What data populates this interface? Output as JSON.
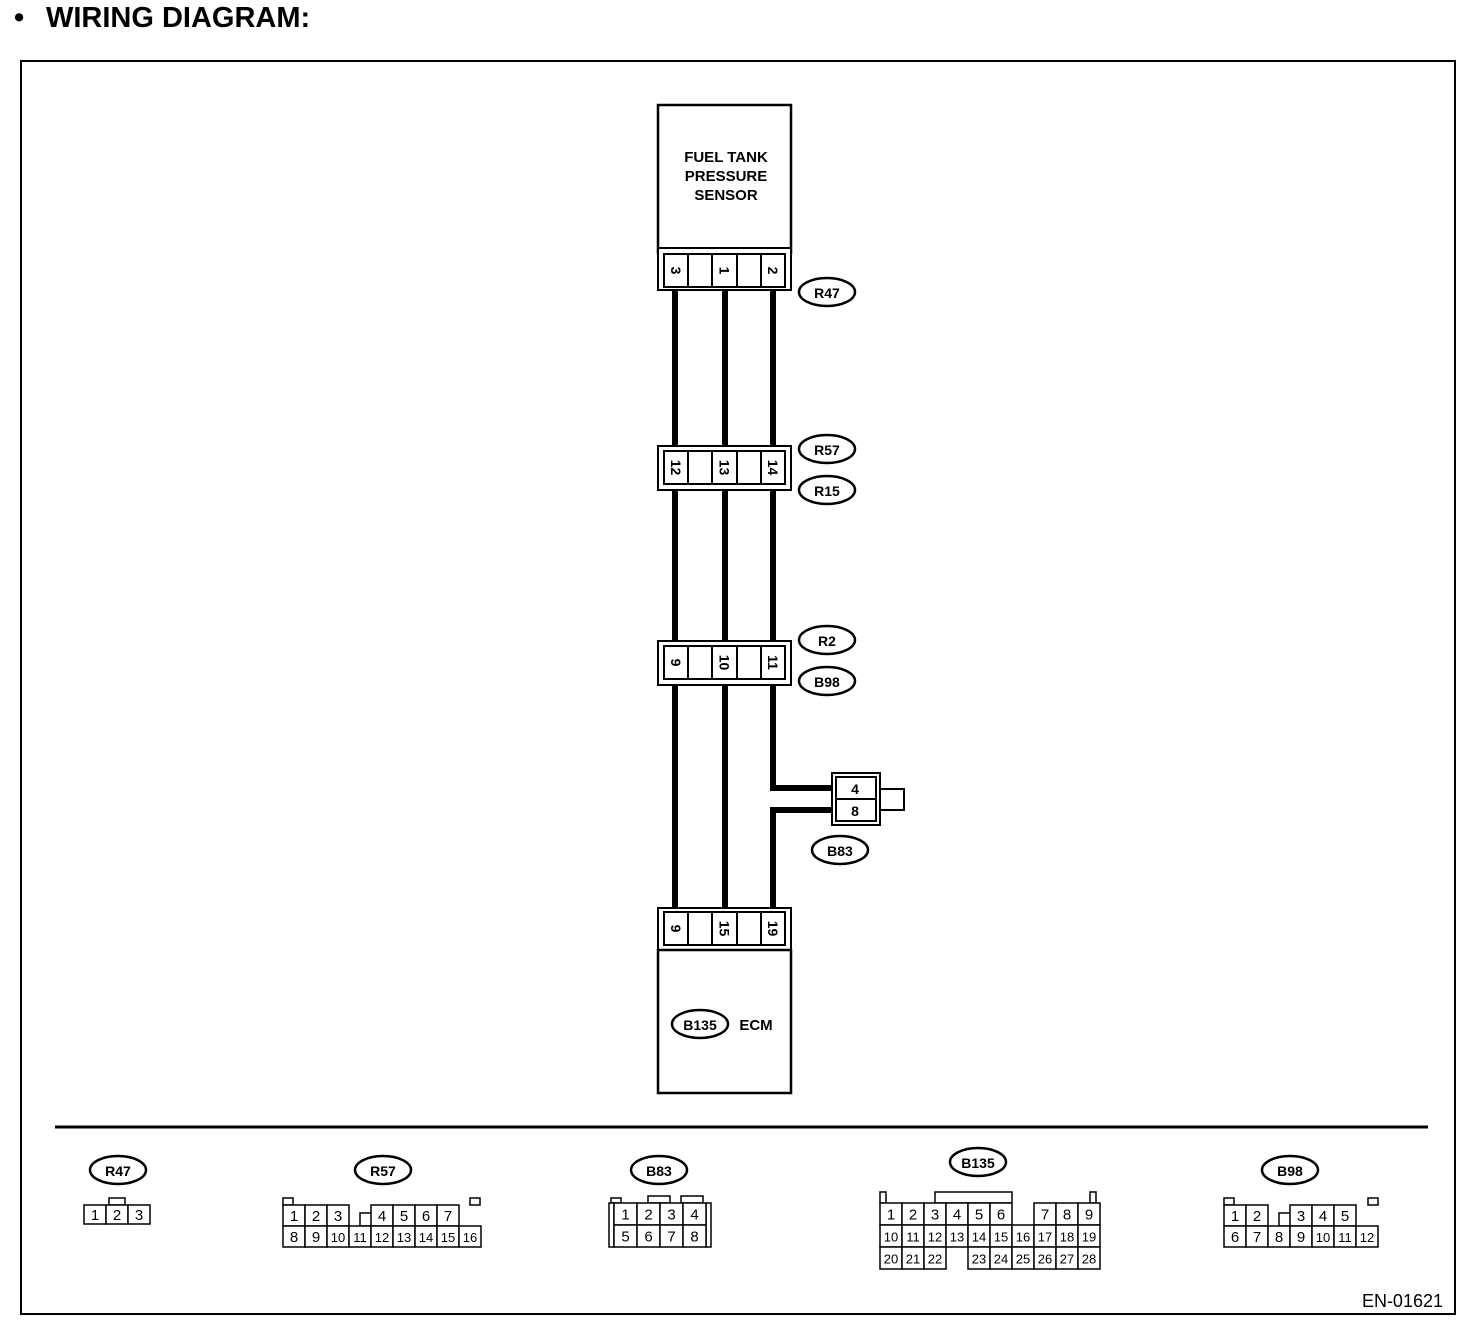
{
  "heading": {
    "bullet": "•",
    "title": "WIRING DIAGRAM:"
  },
  "sensor": {
    "lines": [
      "FUEL TANK",
      "PRESSURE",
      "SENSOR"
    ],
    "connector": "R47",
    "pins": [
      "3",
      "",
      "1",
      "",
      "2"
    ]
  },
  "joint_r57_r15": {
    "labels": [
      "R57",
      "R15"
    ],
    "pins": [
      "12",
      "",
      "13",
      "",
      "14"
    ]
  },
  "joint_r2_b98": {
    "labels": [
      "R2",
      "B98"
    ],
    "pins": [
      "9",
      "",
      "10",
      "",
      "11"
    ]
  },
  "b83": {
    "label": "B83",
    "pins": [
      "4",
      "8"
    ]
  },
  "ecm": {
    "connector": "B135",
    "name": "ECM",
    "pins": [
      "9",
      "",
      "15",
      "",
      "19"
    ]
  },
  "connector_views": [
    {
      "id": "R47",
      "rows": [
        [
          "1",
          "2",
          "3"
        ]
      ]
    },
    {
      "id": "R57",
      "rows": [
        [
          "1",
          "2",
          "3",
          "",
          "4",
          "5",
          "6",
          "7"
        ],
        [
          "8",
          "9",
          "10",
          "11",
          "12",
          "13",
          "14",
          "15",
          "16"
        ]
      ]
    },
    {
      "id": "B83",
      "rows": [
        [
          "1",
          "2",
          "3",
          "4"
        ],
        [
          "5",
          "6",
          "7",
          "8"
        ]
      ]
    },
    {
      "id": "B135",
      "rows": [
        [
          "1",
          "2",
          "3",
          "4",
          "5",
          "6",
          "",
          "7",
          "8",
          "9"
        ],
        [
          "10",
          "11",
          "12",
          "13",
          "14",
          "15",
          "16",
          "17",
          "18",
          "19"
        ],
        [
          "20",
          "21",
          "22",
          "",
          "23",
          "24",
          "25",
          "26",
          "27",
          "28"
        ]
      ]
    },
    {
      "id": "B98",
      "rows": [
        [
          "1",
          "2",
          "",
          "3",
          "4",
          "5"
        ],
        [
          "6",
          "7",
          "8",
          "9",
          "10",
          "11",
          "12"
        ]
      ]
    }
  ],
  "figure_code": "EN-01621"
}
